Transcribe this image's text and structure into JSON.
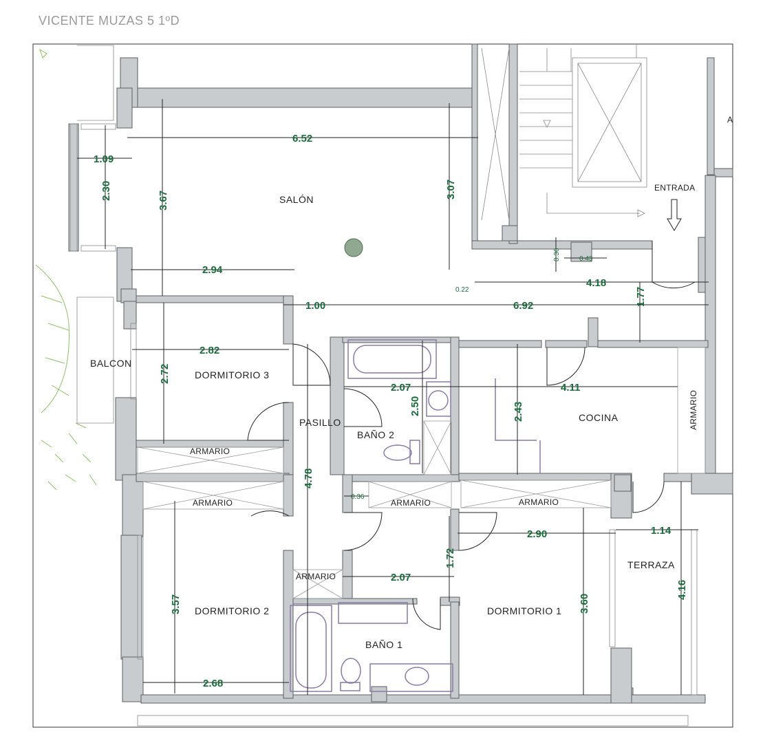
{
  "title": "VICENTE MUZAS 5 1ºD",
  "rooms": {
    "salon": "SALÓN",
    "dormitorio3": "DORMITORIO  3",
    "dormitorio2": "DORMITORIO  2",
    "dormitorio1": "DORMITORIO  1",
    "pasillo": "PASILLO",
    "bano2": "BAÑO  2",
    "bano1": "BAÑO  1",
    "cocina": "COCINA",
    "terraza": "TERRAZA",
    "balcon": "BALCON",
    "entrada": "ENTRADA",
    "armario": "ARMARIO",
    "cut_label": "A"
  },
  "dimensions": {
    "d652": "6.52",
    "d109": "1.09",
    "d230": "2.30",
    "d367": "3.67",
    "d307": "3.07",
    "d294": "2.94",
    "d036a": "0.36",
    "d043": "0.43",
    "d022": "0.22",
    "d418": "4.18",
    "d177": "1.77",
    "d100": "1.00",
    "d692": "6.92",
    "d282": "2.82",
    "d272": "2.72",
    "d207a": "2.07",
    "d250": "2.50",
    "d411": "4.11",
    "d243": "2.43",
    "d478": "4.78",
    "d036b": "0.36",
    "d290": "2.90",
    "d114": "1.14",
    "d172": "1.72",
    "d207b": "2.07",
    "d357": "3.57",
    "d360": "3.60",
    "d416": "4.16",
    "d268": "2.68"
  },
  "colors": {
    "wall": "#c9ccce",
    "dimension_text": "#1c6b3c",
    "fixture": "#8a7aa6",
    "vegetation": "#8fbf6a"
  }
}
